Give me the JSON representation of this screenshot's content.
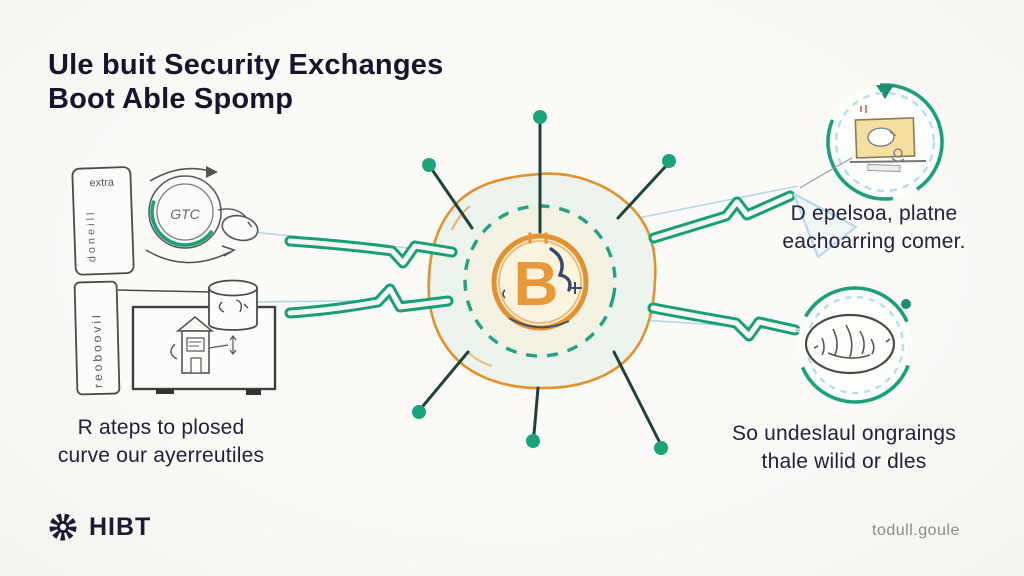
{
  "title": {
    "line1": "Ule buit Security Exchanges",
    "line2": "Boot Able Spomp"
  },
  "center": {
    "coin_symbol": "B"
  },
  "left_top_illustration": {
    "card_heading": "extra",
    "card_vertical_text": "doneill",
    "coin_scribble_text": "GTC"
  },
  "left_bottom_illustration": {
    "card_vertical_text": "reoboovil"
  },
  "captions": {
    "left": {
      "line1": "R ateps to plosed",
      "line2": "curve our ayerreutiles"
    },
    "right_top": {
      "line1": "D epelsoa, platne",
      "line2": "eachoarring comer."
    },
    "right_bottom": {
      "line1": "So undeslaul ongraings",
      "line2": "thale wilid or dles"
    }
  },
  "footer": {
    "brand": "HIBT",
    "website": "todull.goule"
  },
  "colors": {
    "navy_text": "#15152e",
    "teal": "#1aa179",
    "dark_spoke": "#1d433c",
    "orange": "#e2912f",
    "light_blue": "#aed5e8",
    "mint_fill": "#ecf2ec",
    "cream_fill": "#faf3de",
    "sketch_gray": "#555555",
    "footer_gray": "#8b8b89"
  }
}
